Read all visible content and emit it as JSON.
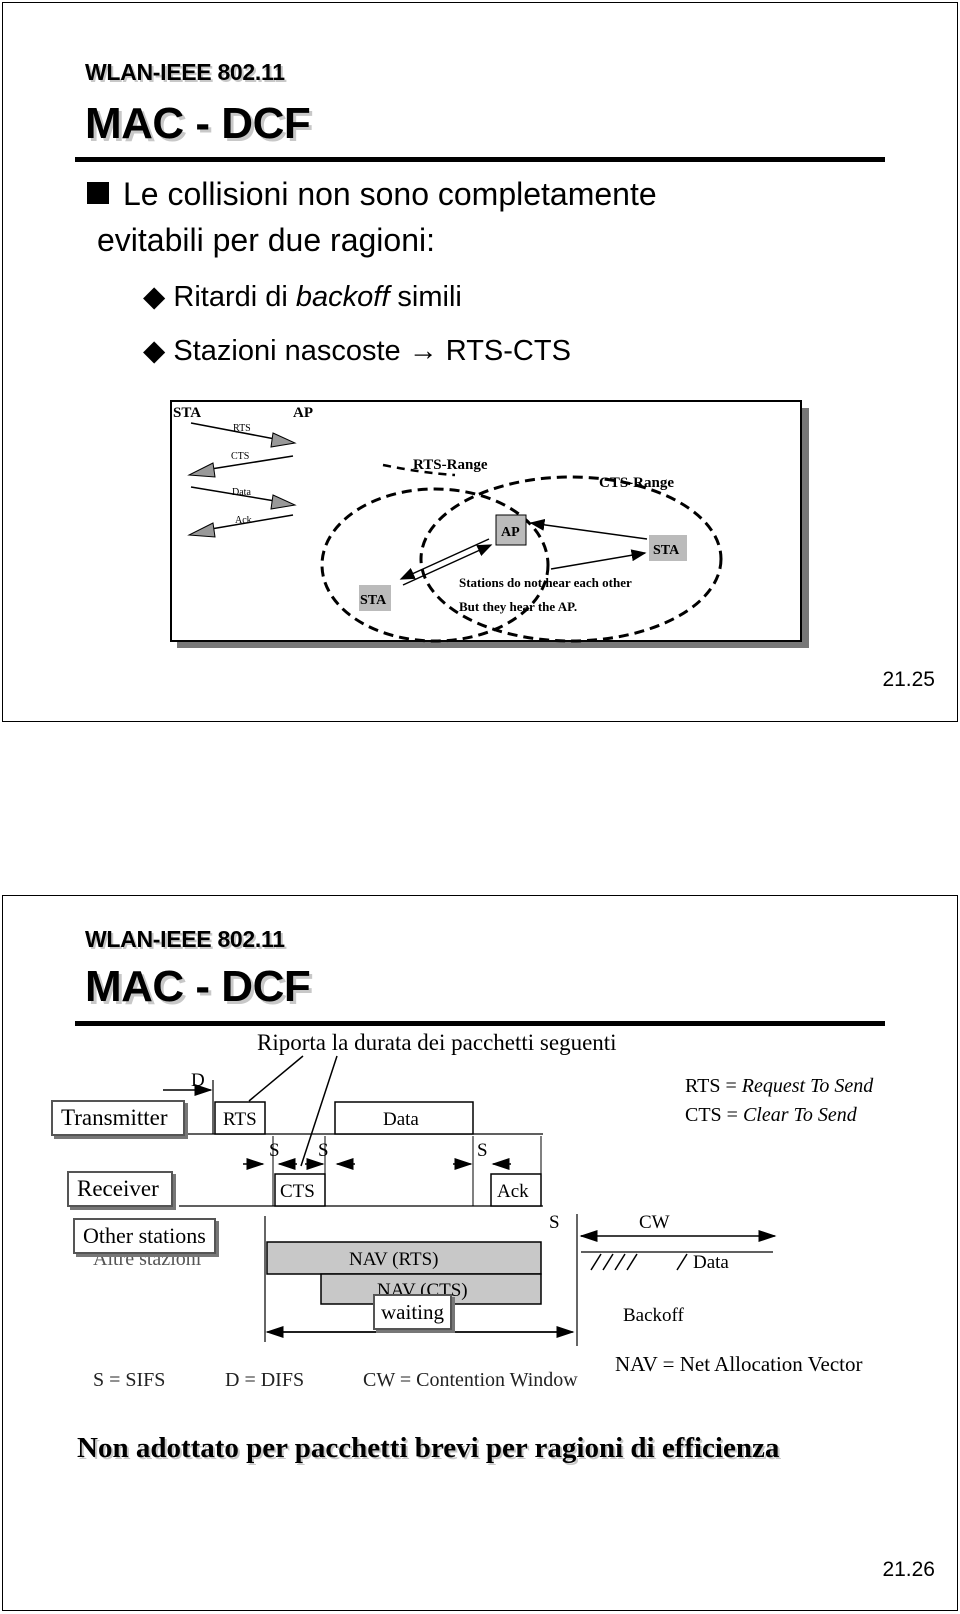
{
  "slide1": {
    "subtitle": "WLAN-IEEE 802.11",
    "title": "MAC - DCF",
    "bullet_main_line1": "Le collisioni non sono completamente",
    "bullet_main_line2": "evitabili per due ragioni:",
    "sub1_pre": "Ritardi di ",
    "sub1_em": "backoff",
    "sub1_post": " simili",
    "sub2_pre": "Stazioni nascoste ",
    "sub2_arrow": "→",
    "sub2_post": " RTS-CTS",
    "diagram": {
      "sta_top": "STA",
      "ap_top": "AP",
      "rts": "RTS",
      "cts": "CTS",
      "data": "Data",
      "ack": "Ack",
      "rts_range": "RTS-Range",
      "cts_range": "CTS-Range",
      "ap": "AP",
      "sta_right": "STA",
      "sta_left": "STA",
      "note1": "Stations do not hear each other",
      "note2": "But they hear the AP."
    },
    "page_number": "21.25"
  },
  "slide2": {
    "subtitle": "WLAN-IEEE 802.11",
    "title": "MAC - DCF",
    "caption": "Riporta la durata dei pacchetti seguenti",
    "transmitter": "Transmitter",
    "receiver": "Receiver",
    "other_stations": "Other stations",
    "altre_stazioni": "Altre stazioni",
    "d_label": "D",
    "rts_box": "RTS",
    "data_box": "Data",
    "s1": "S",
    "s2": "S",
    "s3": "S",
    "s4": "S",
    "cts_box": "CTS",
    "ack_box": "Ack",
    "cw": "CW",
    "nav_rts": "NAV (RTS)",
    "nav_cts": "NAV (CTS)",
    "waiting": "waiting",
    "data_after": "Data",
    "backoff": "Backoff",
    "legend_rts_pre": "RTS = ",
    "legend_rts_em": "Request To Send",
    "legend_cts_pre": "CTS = ",
    "legend_cts_em": "Clear To Send",
    "legend_sifs": "S = SIFS",
    "legend_difs": "D = DIFS",
    "legend_cw": "CW = Contention Window",
    "legend_nav": "NAV = Net Allocation Vector",
    "footer_note": "Non adottato per pacchetti brevi per ragioni di efficienza",
    "page_number": "21.26"
  }
}
